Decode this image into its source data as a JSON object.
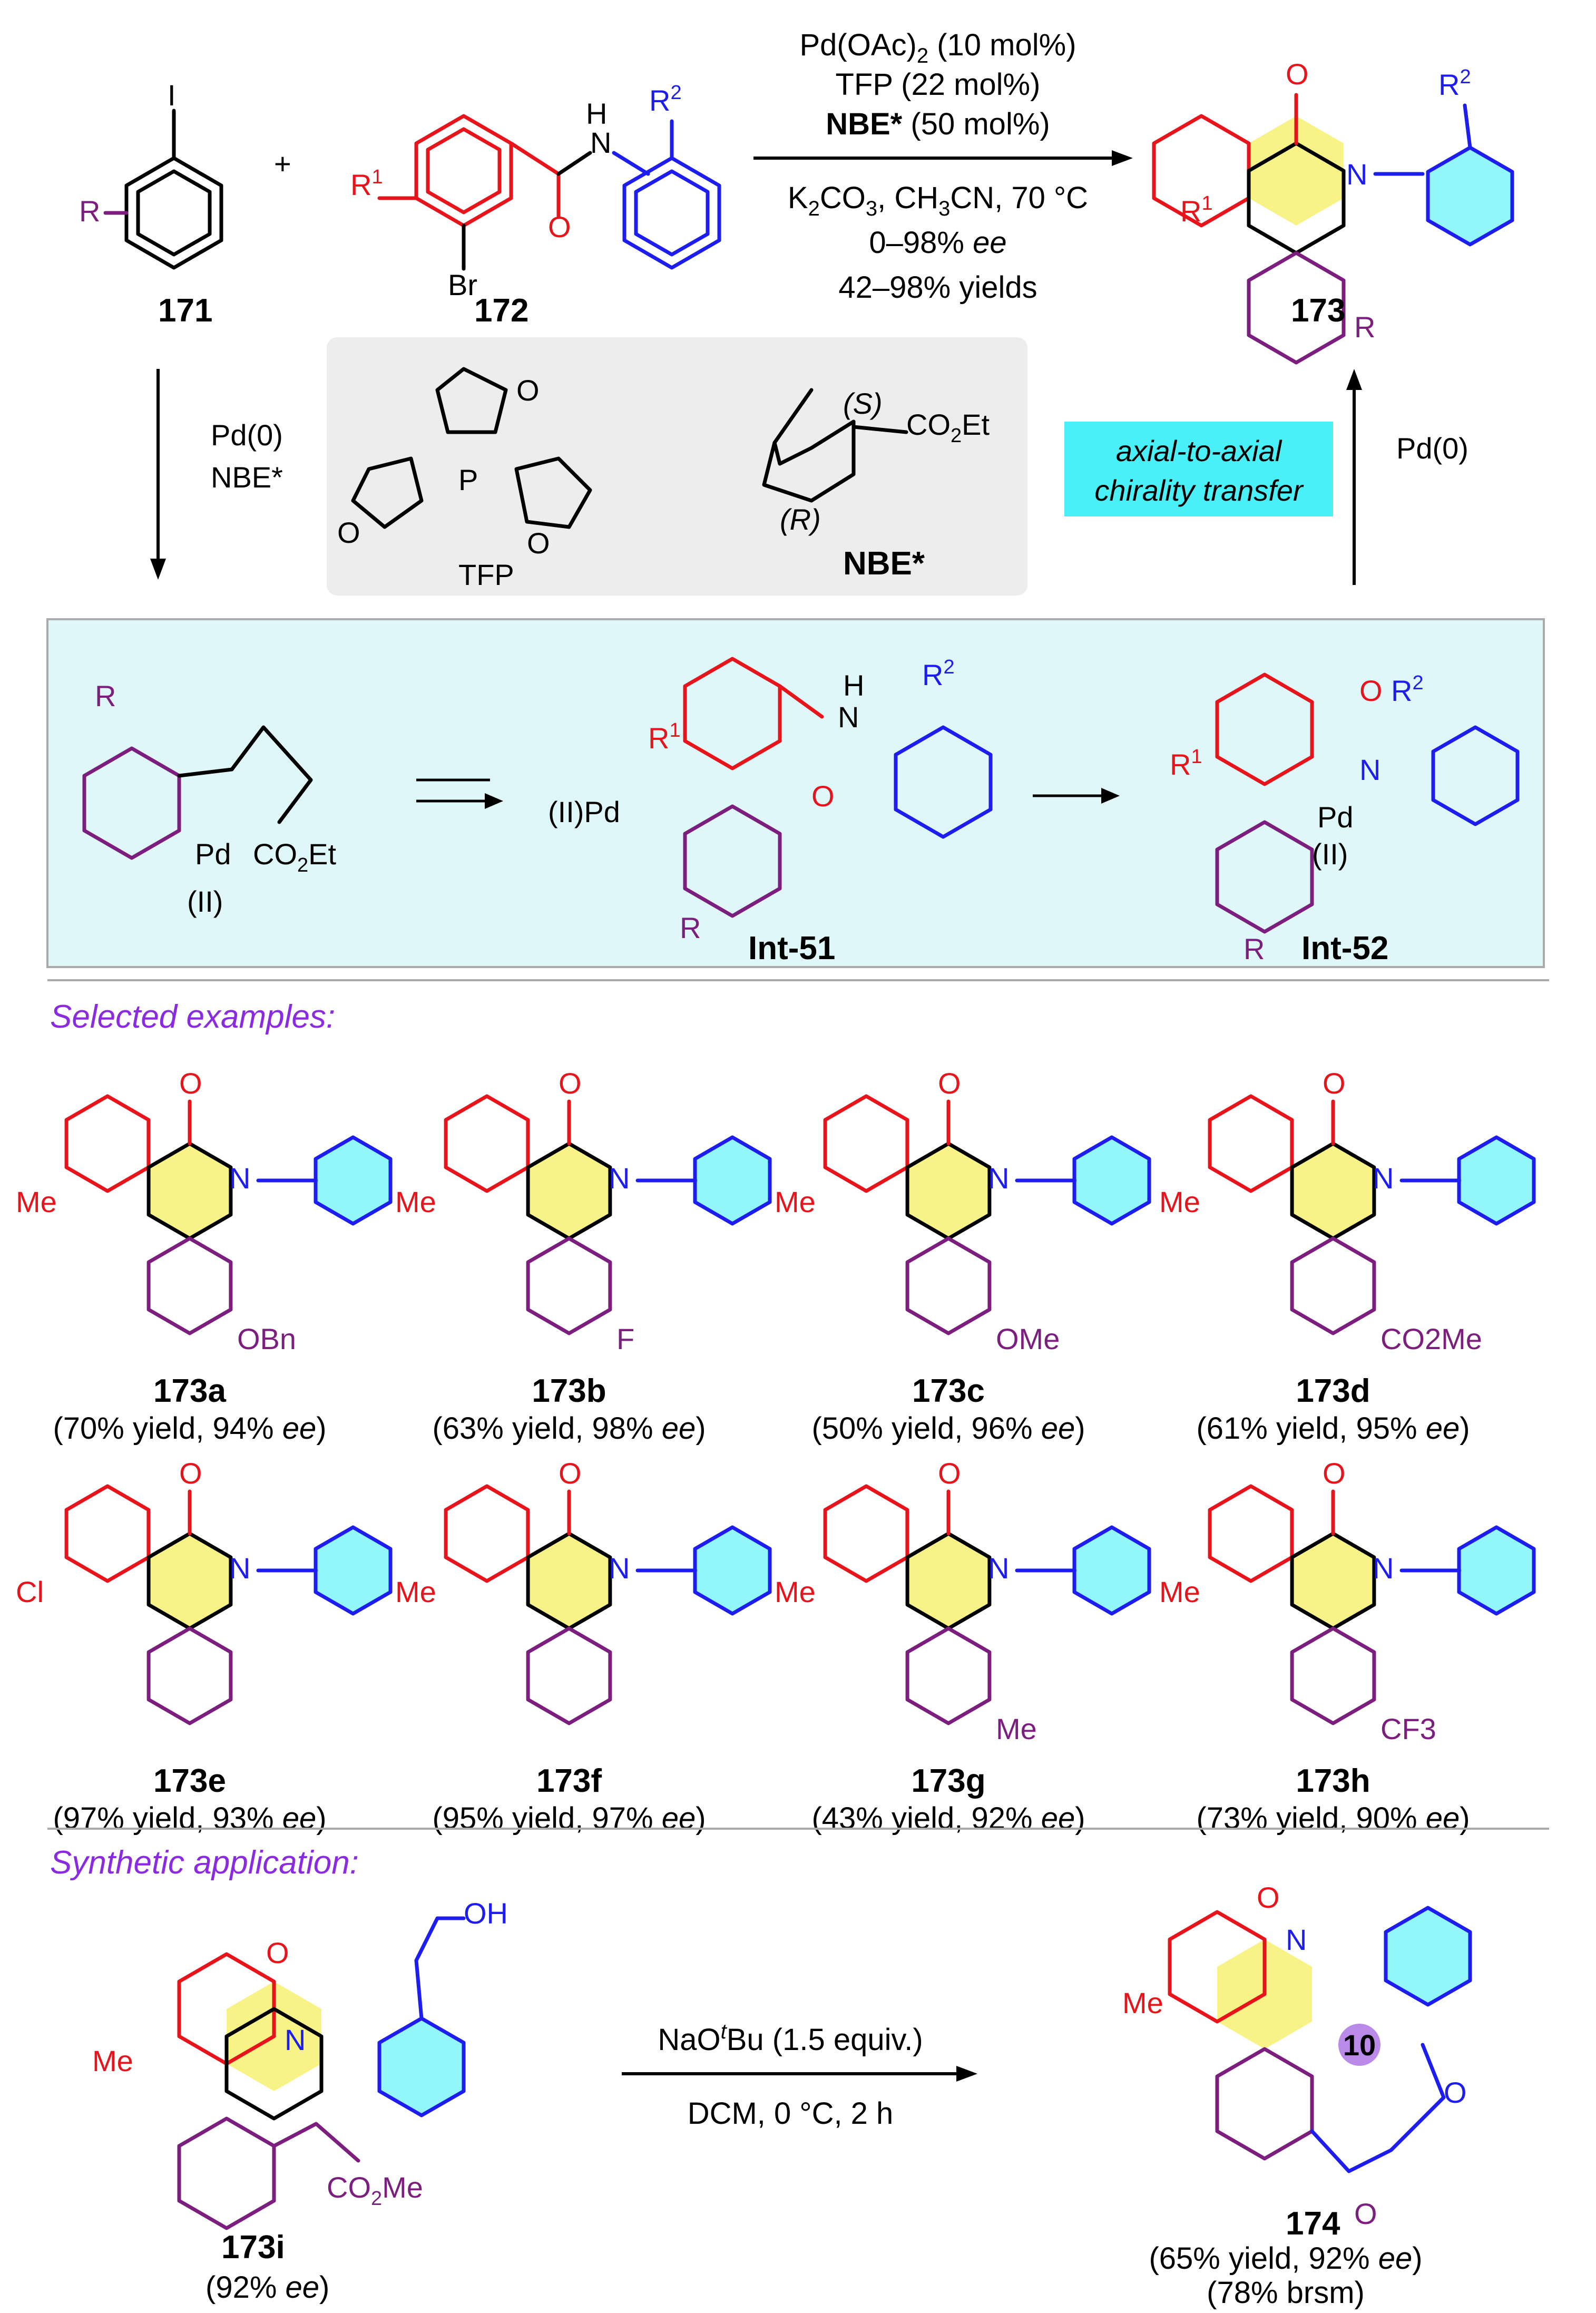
{
  "conditions": {
    "line1": "Pd(OAc)",
    "line1_sub": "2",
    "line1_tail": " (10 mol%)",
    "line2": "TFP (22 mol%)",
    "line3_bold": "NBE*",
    "line3_tail": " (50 mol%)",
    "line4": "K",
    "line4_sub1": "2",
    "line4_mid": "CO",
    "line4_sub2": "3",
    "line4_tail": ", CH",
    "line4_sub3": "3",
    "line4_end": "CN, 70 °C",
    "line5_a": "0–98% ",
    "line5_ee": "ee",
    "line6": "42–98% yields"
  },
  "reactants": {
    "r171": "171",
    "r172": "172",
    "p173": "173",
    "plus": "+"
  },
  "catalytic": {
    "pd0_left": "Pd(0)",
    "nbe_left": "NBE*",
    "pd0_right": "Pd(0)",
    "tfp_label": "TFP",
    "nbe_label": "NBE*",
    "s_label": "(S)",
    "r_label": "(R)",
    "co2et": "CO",
    "transfer_line1": "axial-to-axial",
    "transfer_line2": "chirality transfer",
    "int51": "Int-51",
    "int52": "Int-52",
    "pd_ii": "(II)",
    "pd": "Pd",
    "ii_pd": "(II)Pd"
  },
  "section_selected": "Selected examples:",
  "section_synthetic": "Synthetic application:",
  "examples": [
    {
      "id": "173a",
      "yield": "(70% yield, 94% ",
      "ee": "ee",
      "close": ")",
      "sub": "OBn",
      "r1": "Me"
    },
    {
      "id": "173b",
      "yield": "(63% yield, 98% ",
      "ee": "ee",
      "close": ")",
      "sub": "F",
      "r1": "Me"
    },
    {
      "id": "173c",
      "yield": "(50% yield, 96% ",
      "ee": "ee",
      "close": ")",
      "sub": "OMe",
      "r1": "Me"
    },
    {
      "id": "173d",
      "yield": "(61% yield, 95% ",
      "ee": "ee",
      "close": ")",
      "sub": "CO2Me",
      "r1": "Me"
    },
    {
      "id": "173e",
      "yield": "(97% yield, 93% ",
      "ee": "ee",
      "close": ")",
      "sub": "",
      "r1": "Cl"
    },
    {
      "id": "173f",
      "yield": "(95% yield, 97% ",
      "ee": "ee",
      "close": ")",
      "sub": "",
      "r1": "Me"
    },
    {
      "id": "173g",
      "yield": "(43% yield, 92% ",
      "ee": "ee",
      "close": ")",
      "sub": "Me",
      "r1": "Me"
    },
    {
      "id": "173h",
      "yield": "(73% yield, 90% ",
      "ee": "ee",
      "close": ")",
      "sub": "CF3",
      "r1": "Me"
    }
  ],
  "application": {
    "sm_id": "173i",
    "sm_ee_a": "(92% ",
    "sm_ee": "ee",
    "sm_ee_b": ")",
    "reagent_a": "NaO",
    "reagent_sup": "t",
    "reagent_b": "Bu (1.5 equiv.)",
    "cond2": "DCM, 0 °C, 2 h",
    "prod_id": "174",
    "prod_yield_a": "(65% yield, 92% ",
    "prod_ee": "ee",
    "prod_yield_b": ")",
    "prod_brsm": "(78% brsm)",
    "ring_size": "10"
  },
  "colors": {
    "red": "#e8141b",
    "blue": "#1d1df0",
    "purple": "#7b1e7e",
    "highlight_yellow": "#f7f27a",
    "highlight_cyan": "#49f0f7",
    "panel_cyan": "#dff7f8",
    "panel_grey": "#ededed",
    "header_purple": "#8a2be2"
  }
}
